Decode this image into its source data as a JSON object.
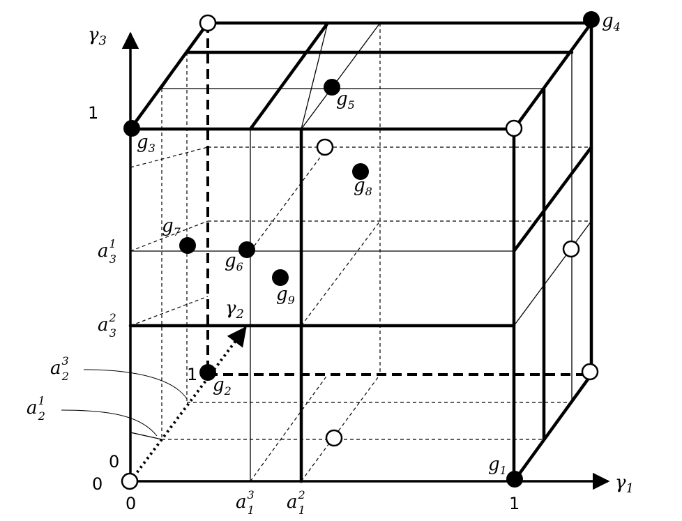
{
  "axes": {
    "x": {
      "name": "γ",
      "index": "1"
    },
    "y": {
      "name": "γ",
      "index": "2"
    },
    "z": {
      "name": "γ",
      "index": "3"
    }
  },
  "ticks": {
    "origin_bottom": "0",
    "origin_left": "0",
    "origin_depth": "0",
    "x_one": "1",
    "y_one": "1",
    "z_one": "1"
  },
  "thresholds": [
    {
      "id": "a1-3",
      "base": "a",
      "sub": "1",
      "sup": "3"
    },
    {
      "id": "a1-2",
      "base": "a",
      "sub": "1",
      "sup": "2"
    },
    {
      "id": "a3-1",
      "base": "a",
      "sub": "3",
      "sup": "1"
    },
    {
      "id": "a3-2",
      "base": "a",
      "sub": "3",
      "sup": "2"
    },
    {
      "id": "a2-3",
      "base": "a",
      "sub": "2",
      "sup": "3"
    },
    {
      "id": "a2-1",
      "base": "a",
      "sub": "2",
      "sup": "1"
    }
  ],
  "points": [
    {
      "id": "g1",
      "base": "g",
      "sub": "1",
      "filled": true
    },
    {
      "id": "g2",
      "base": "g",
      "sub": "2",
      "filled": true
    },
    {
      "id": "g3",
      "base": "g",
      "sub": "3",
      "filled": true
    },
    {
      "id": "g4",
      "base": "g",
      "sub": "4",
      "filled": true
    },
    {
      "id": "g5",
      "base": "g",
      "sub": "5",
      "filled": true
    },
    {
      "id": "g6",
      "base": "g",
      "sub": "6",
      "filled": true
    },
    {
      "id": "g7",
      "base": "g",
      "sub": "7",
      "filled": true
    },
    {
      "id": "g8",
      "base": "g",
      "sub": "8",
      "filled": true
    },
    {
      "id": "g9",
      "base": "g",
      "sub": "9",
      "filled": true
    }
  ]
}
